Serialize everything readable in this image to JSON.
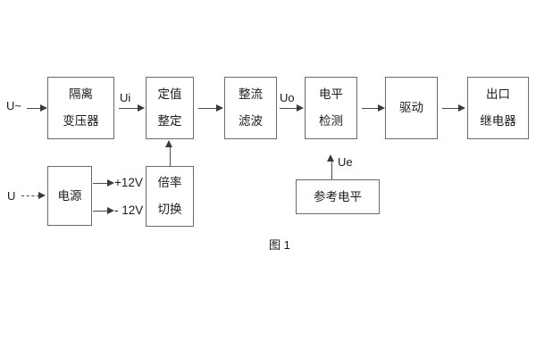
{
  "figure": {
    "caption": "图 1"
  },
  "blocks": [
    {
      "id": "isolation-transformer",
      "lines": [
        "隔离",
        "变压器"
      ]
    },
    {
      "id": "setpoint-setting",
      "lines": [
        "定值",
        "整定"
      ]
    },
    {
      "id": "rectify-filter",
      "lines": [
        "整流",
        "滤波"
      ]
    },
    {
      "id": "level-detection",
      "lines": [
        "电平",
        "检测"
      ]
    },
    {
      "id": "drive",
      "lines": [
        "驱动"
      ]
    },
    {
      "id": "output-relay",
      "lines": [
        "出口",
        "继电器"
      ]
    },
    {
      "id": "power-supply",
      "lines": [
        "电源"
      ]
    },
    {
      "id": "multiplier-switch",
      "lines": [
        "倍率",
        "切换"
      ]
    },
    {
      "id": "reference-level",
      "lines": [
        "参考电平"
      ]
    }
  ],
  "labels": {
    "input_ac": "U~",
    "input_dc": "U",
    "signal_ui": "Ui",
    "signal_uo": "Uo",
    "signal_ue": "Ue",
    "rail_positive": "+12V",
    "rail_negative": "- 12V"
  },
  "colors": {
    "block_border": "#6b6b6b",
    "line": "#4a4a4a",
    "text": "#1b1b1b",
    "background": "#ffffff"
  }
}
